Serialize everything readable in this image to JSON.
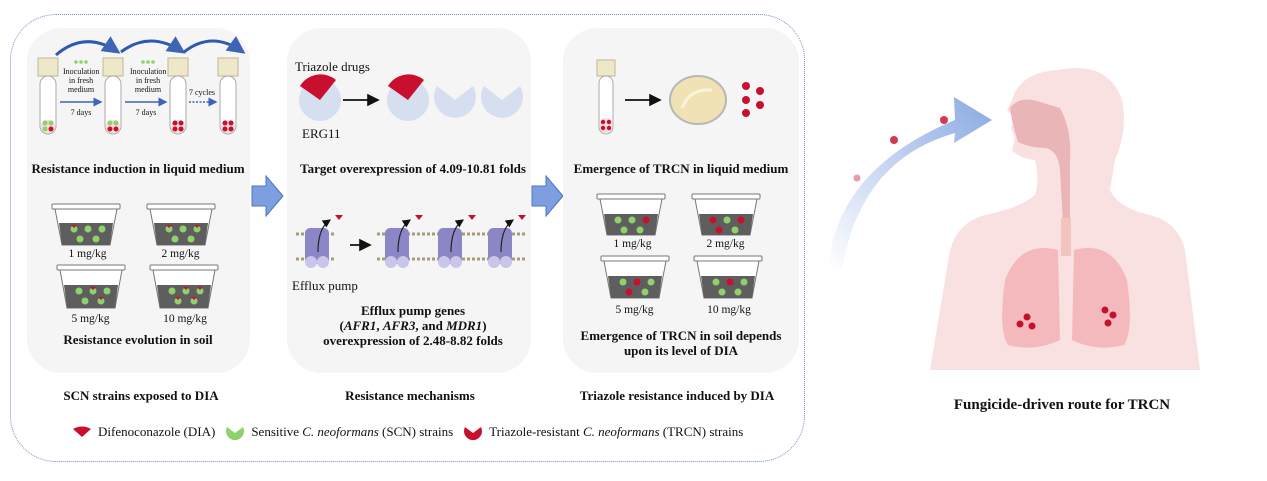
{
  "panels": {
    "induction": {
      "title": "Resistance induction in liquid medium",
      "step_label_1": "Inoculation in fresh medium",
      "step_label_2": "Inoculation in fresh medium",
      "days_1": "7 days",
      "days_2": "7 days",
      "cycles": "7 cycles"
    },
    "soil": {
      "title": "Resistance evolution in soil",
      "doses": [
        "1 mg/kg",
        "2 mg/kg",
        "5 mg/kg",
        "10 mg/kg"
      ]
    },
    "mechanisms": {
      "drug_label": "Triazole drugs",
      "target_label": "ERG11",
      "target_title": "Target overexpression of 4.09-10.81 folds",
      "pump_label": "Efflux pump",
      "pump_title_line1": "Efflux pump genes",
      "pump_genes": {
        "open": "(",
        "g1": "AFR1",
        "sep1": ", ",
        "g2": "AFR3",
        "sep2": ", and ",
        "g3": "MDR1",
        "close": ")"
      },
      "pump_title_line3": "overexpression of 2.48-8.82 folds"
    },
    "emergence": {
      "liquid_title": "Emergence of TRCN in liquid medium",
      "doses": [
        "1 mg/kg",
        "2 mg/kg",
        "5 mg/kg",
        "10 mg/kg"
      ],
      "soil_title_line1": "Emergence of TRCN in soil depends",
      "soil_title_line2": "upon its level of DIA"
    }
  },
  "captions": {
    "col1": "SCN strains exposed to DIA",
    "col2": "Resistance mechanisms",
    "col3": "Triazole resistance induced by DIA"
  },
  "legend": {
    "dia": "Difenoconazole (DIA)",
    "scn_prefix": "Sensitive ",
    "scn_species": "C. neoformans",
    "scn_suffix": " (SCN) strains",
    "trcn_prefix": "Triazole-resistant ",
    "trcn_species": "C. neoformans",
    "trcn_suffix": " (TRCN) strains"
  },
  "route": {
    "title": "Fungicide-driven route for TRCN"
  },
  "colors": {
    "dia_red": "#c8102e",
    "scn_green": "#8fd16a",
    "trcn_red": "#c8102e",
    "arrow_blue": "#7d9fe0",
    "panel_bg": "#f5f5f6",
    "soil_dark": "#5f5e5e",
    "body_pink": "#f9e1e1"
  }
}
